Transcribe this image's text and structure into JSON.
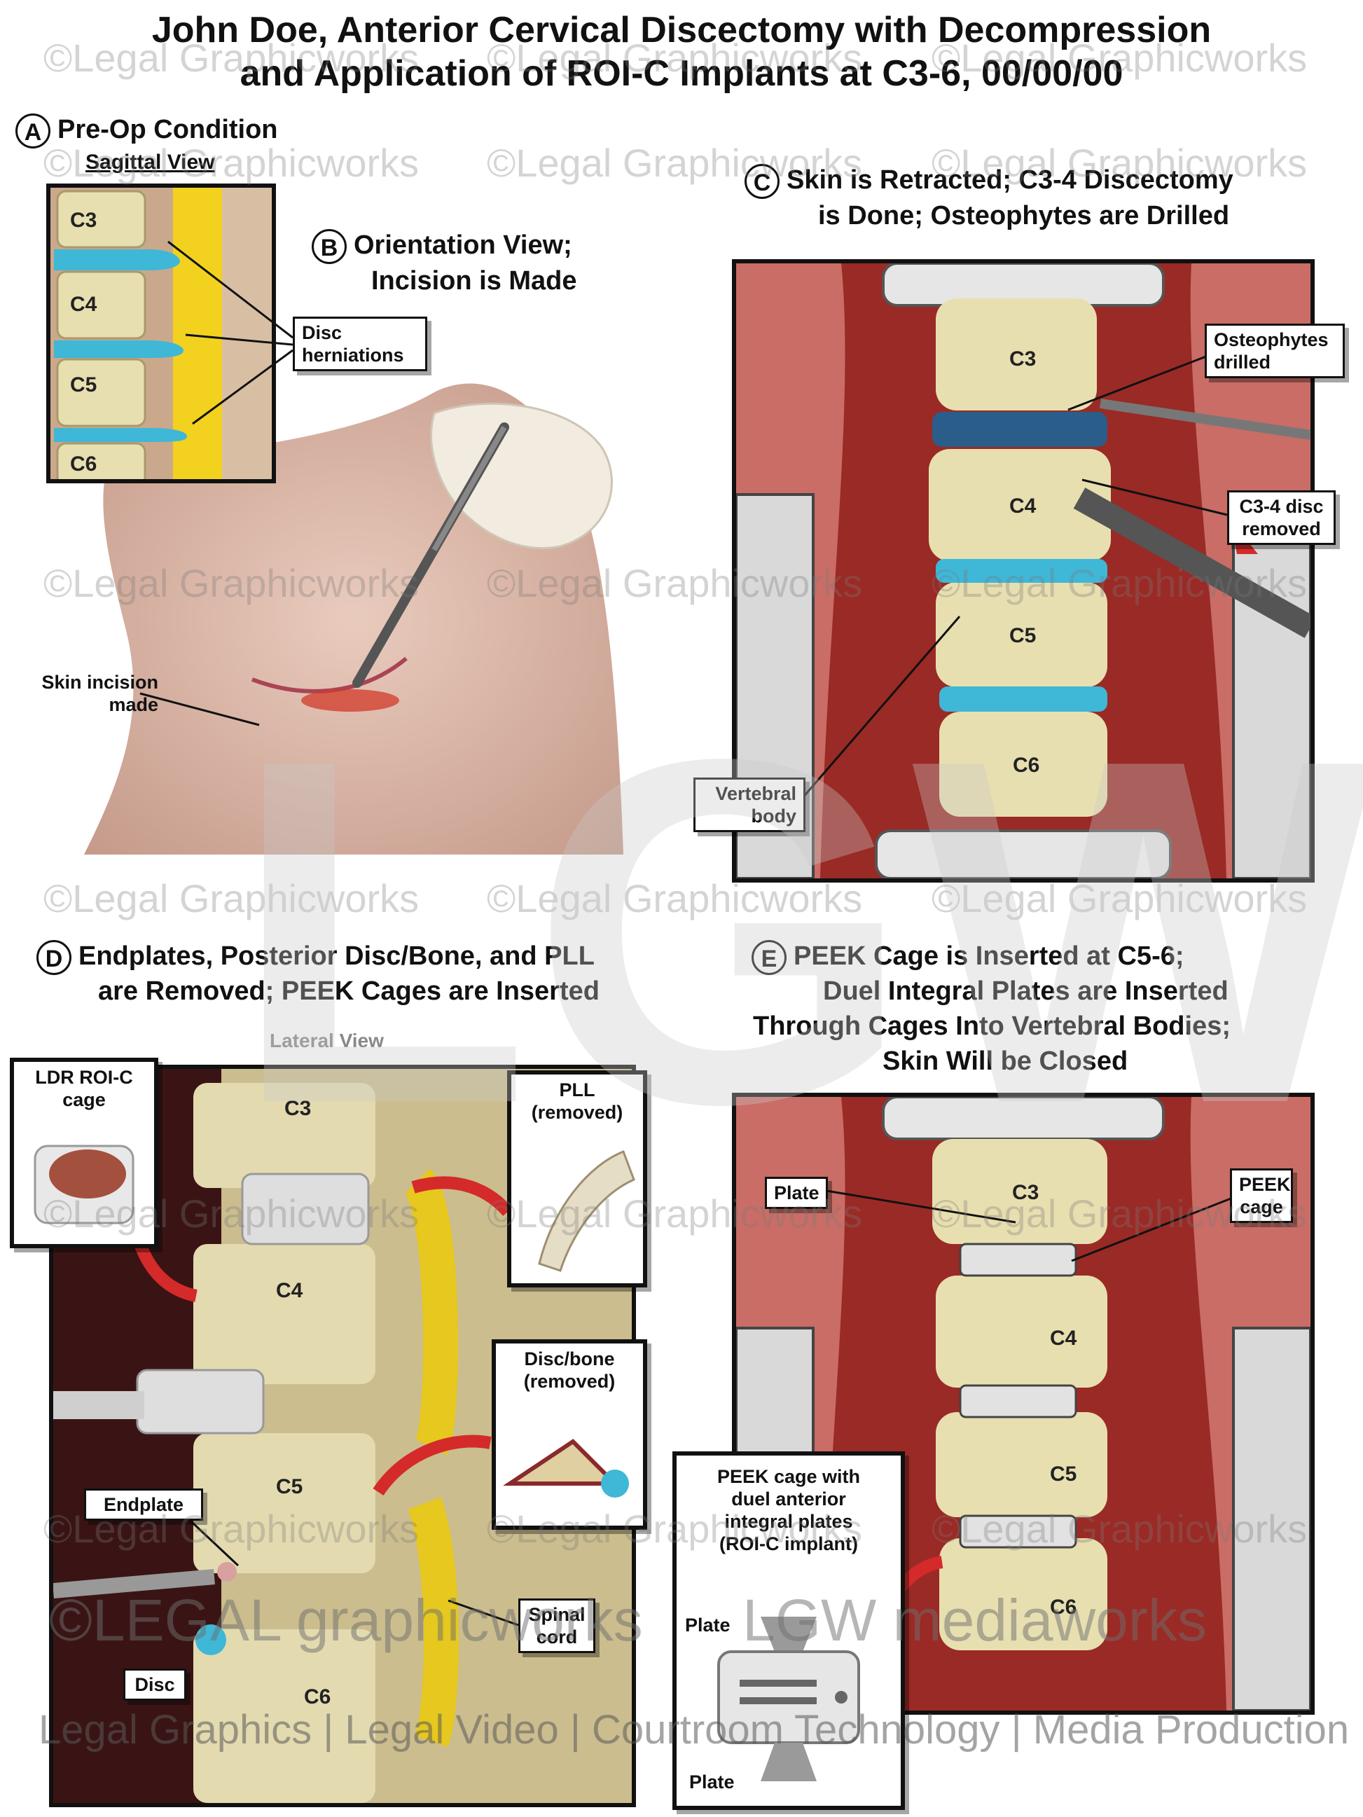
{
  "title_line1": "John Doe, Anterior Cervical Discectomy with Decompression",
  "title_line2": "and Application of ROI-C Implants at C3-6, 00/00/00",
  "section_a": {
    "letter": "A",
    "title": "Pre-Op Condition",
    "view": "Sagittal View",
    "vertebrae": [
      "C3",
      "C4",
      "C5",
      "C6"
    ],
    "callout": "Disc herniations"
  },
  "section_b": {
    "letter": "B",
    "title_line1": "Orientation View;",
    "title_line2": "Incision is Made",
    "callout_line1": "Skin incision",
    "callout_line2": "made"
  },
  "section_c": {
    "letter": "C",
    "title_line1": "Skin is Retracted; C3-4 Discectomy",
    "title_line2": "is Done; Osteophytes are Drilled",
    "vertebrae": [
      "C3",
      "C4",
      "C5",
      "C6"
    ],
    "callout_osteophytes_line1": "Osteophytes",
    "callout_osteophytes_line2": "drilled",
    "callout_disc_line1": "C3-4 disc",
    "callout_disc_line2": "removed",
    "callout_body_line1": "Vertebral",
    "callout_body_line2": "body"
  },
  "section_d": {
    "letter": "D",
    "title_line1": "Endplates, Posterior Disc/Bone, and PLL",
    "title_line2": "are Removed; PEEK Cages are Inserted",
    "view": "Lateral View",
    "vertebrae": [
      "C3",
      "C4",
      "C5",
      "C6"
    ],
    "cage_line1": "LDR ROI-C",
    "cage_line2": "cage",
    "pll_line1": "PLL",
    "pll_line2": "(removed)",
    "discbone_line1": "Disc/bone",
    "discbone_line2": "(removed)",
    "endplate": "Endplate",
    "disc": "Disc",
    "spinal_line1": "Spinal",
    "spinal_line2": "cord"
  },
  "section_e": {
    "letter": "E",
    "title_line1": "PEEK Cage is Inserted at C5-6;",
    "title_line2": "Duel Integral Plates are Inserted",
    "title_line3": "Through Cages Into Vertebral Bodies;",
    "title_line4": "Skin Will be Closed",
    "vertebrae": [
      "C3",
      "C4",
      "C5",
      "C6"
    ],
    "plate": "Plate",
    "peek_line1": "PEEK",
    "peek_line2": "cage",
    "implant_line1": "PEEK cage with",
    "implant_line2": "duel anterior",
    "implant_line3": "integral plates",
    "implant_line4": "(ROI-C implant)",
    "implant_plate_top": "Plate",
    "implant_plate_bottom": "Plate"
  },
  "watermark": "©Legal Graphicworks",
  "logo_text": "LGW",
  "brand_left": "©LEGAL graphicworks",
  "brand_right": "LGW mediaworks",
  "footer": "Legal Graphics | Legal Video | Courtroom Technology | Media Production",
  "colors": {
    "disc": "#3fb7d6",
    "bone": "#e8dfb0",
    "tissue": "#b02828",
    "spinal_cord": "#e6c81e",
    "arrow": "#d42a2a"
  }
}
